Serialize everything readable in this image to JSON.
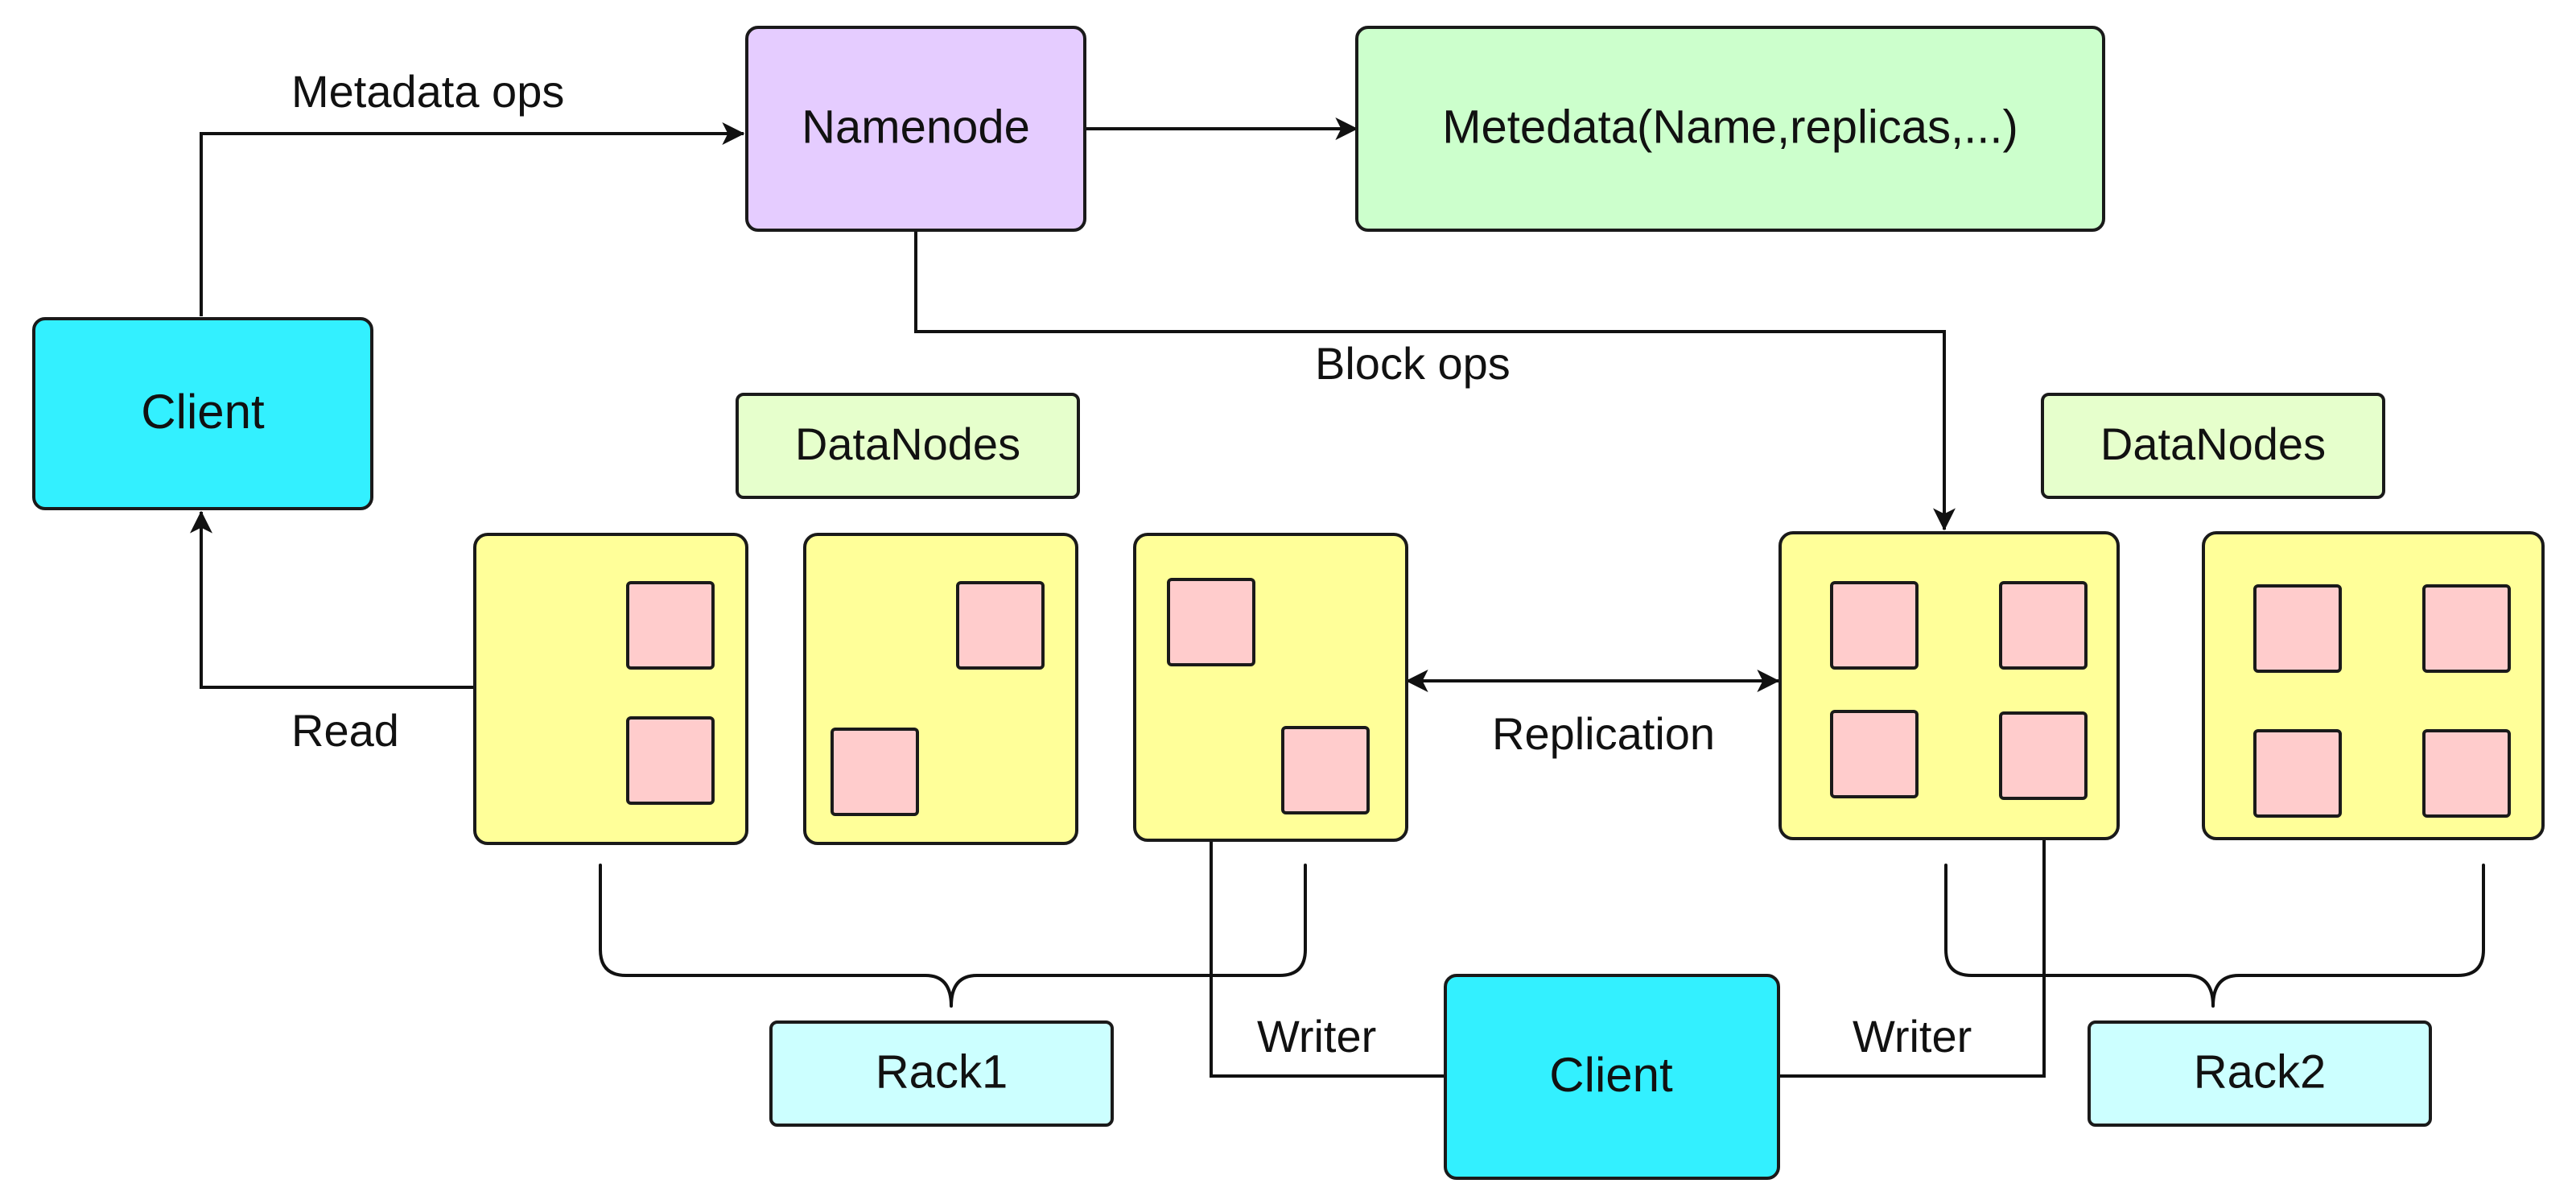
{
  "colors": {
    "client": "#33f0ff",
    "namenode": "#e5ccff",
    "metadata": "#ccffcc",
    "datanodes_label": "#e6ffcc",
    "node": "#ffff99",
    "block": "#ffcccc",
    "rack": "#ccffff"
  },
  "boxes": {
    "client_top": "Client",
    "client_bottom": "Client",
    "namenode": "Namenode",
    "metadata": "Metedata(Name,replicas,...)",
    "datanodes_left": "DataNodes",
    "datanodes_right": "DataNodes",
    "rack1": "Rack1",
    "rack2": "Rack2"
  },
  "edges": {
    "metadata_ops": "Metadata ops",
    "block_ops": "Block ops",
    "read": "Read",
    "replication": "Replication",
    "writer_left": "Writer",
    "writer_right": "Writer"
  }
}
